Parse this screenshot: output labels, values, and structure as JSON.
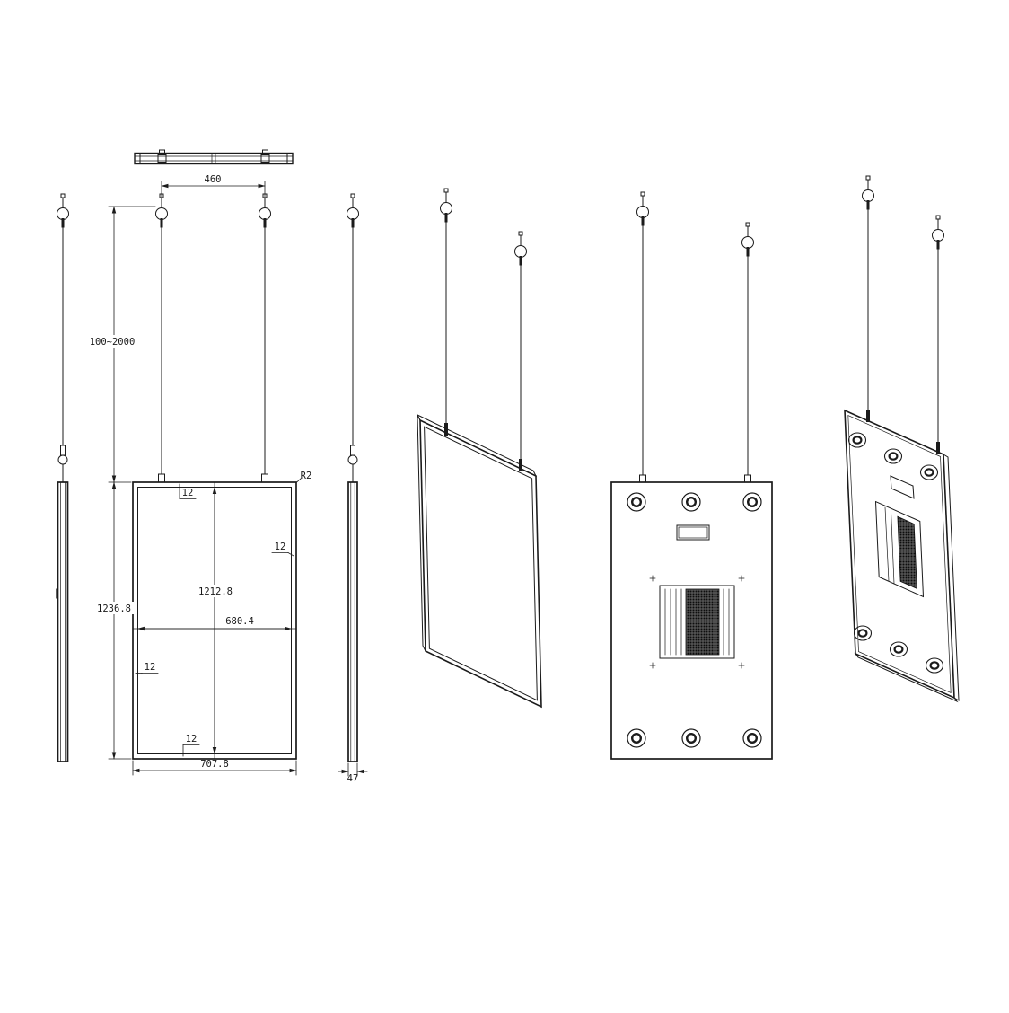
{
  "dims": {
    "hanger_spacing": "460",
    "cable_length": "100~2000",
    "panel_height": "1236.8",
    "inner_height": "1212.8",
    "inner_width": "680.4",
    "panel_width": "707.8",
    "margin_top": "12",
    "margin_right": "12",
    "margin_left": "12",
    "margin_bottom": "12",
    "corner_radius": "R2",
    "thickness": "47"
  }
}
